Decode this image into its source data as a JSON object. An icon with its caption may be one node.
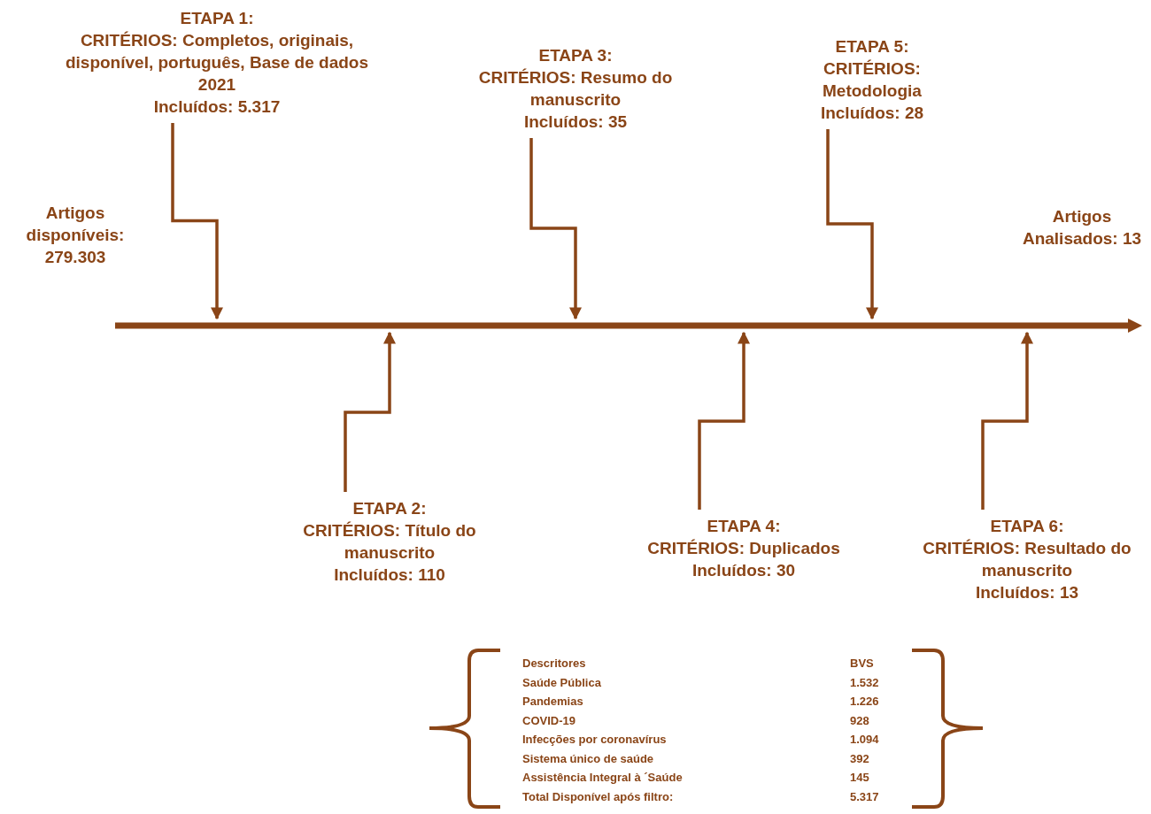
{
  "diagram": {
    "nodes": [
      {
        "text": [
          "ETAPA 1:",
          "CRITÉRIOS: Completos, originais, disponível, português, Base de dados 2021",
          "Incluídos: 5.317"
        ]
      },
      {
        "text": [
          "ETAPA 3:",
          "CRITÉRIOS: Resumo do manuscrito",
          "Incluídos: 35"
        ]
      },
      {
        "text": [
          "ETAPA 5:",
          "CRITÉRIOS: Metodologia",
          "Incluídos: 28"
        ]
      },
      {
        "text": [
          "Artigos disponíveis: 279.303"
        ]
      },
      {
        "text": [
          "Artigos Analisados: 13"
        ]
      },
      {
        "text": [],
        "shape": "bar"
      },
      {
        "text": [
          "ETAPA 2:",
          "CRITÉRIOS: Título do manuscrito",
          "Incluídos: 110"
        ]
      },
      {
        "text": [
          "ETAPA 4:",
          "CRITÉRIOS: Duplicados",
          "Incluídos: 30"
        ]
      },
      {
        "text": [
          "ETAPA 6:",
          "CRITÉRIOS: Resultado do manuscrito",
          "Incluídos: 13"
        ]
      }
    ],
    "edges": [
      {
        "from": 0,
        "to": 5,
        "arrow": "to"
      },
      {
        "from": 1,
        "to": 5,
        "arrow": "to"
      },
      {
        "from": 2,
        "to": 5,
        "arrow": "to"
      },
      {
        "from": 6,
        "to": 5,
        "arrow": "to"
      },
      {
        "from": 7,
        "to": 5,
        "arrow": "to"
      },
      {
        "from": 8,
        "to": 5,
        "arrow": "to"
      }
    ],
    "labels": [
      "Descritores",
      "BVS",
      "Saúde Pública",
      "1.532",
      "Pandemias",
      "1.226",
      "COVID-19",
      "928",
      "Infecções por coronavírus",
      "1.094",
      "Sistema único de saúde",
      "392",
      "Assistência Integral à ´Saúde",
      "145",
      "Total Disponível após filtro:",
      "5.317"
    ]
  }
}
